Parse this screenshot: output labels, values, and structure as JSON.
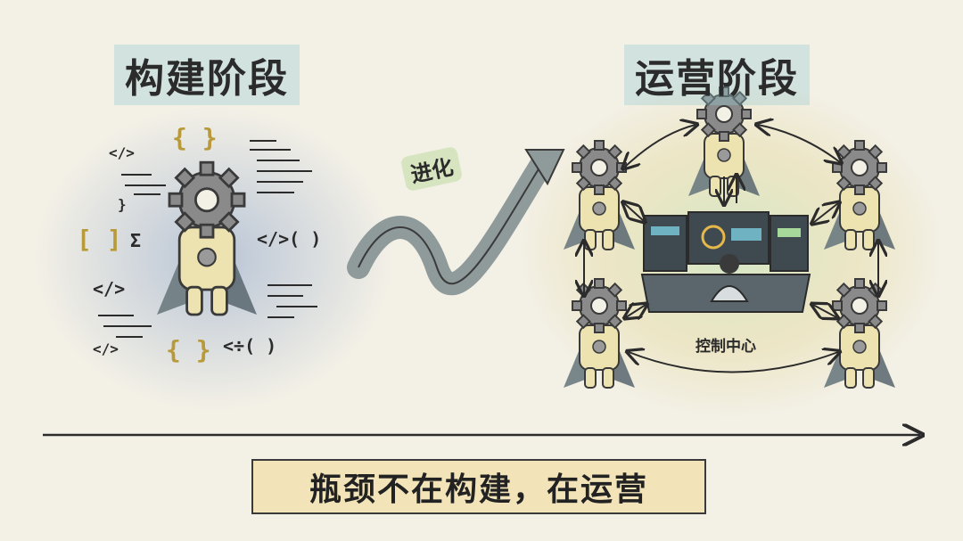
{
  "stages": {
    "build": {
      "title": "构建阶段"
    },
    "operate": {
      "title": "运营阶段"
    }
  },
  "transition": {
    "label": "进化"
  },
  "operate_center": {
    "label": "控制中心"
  },
  "code_glyphs": [
    "{ }",
    "</>",
    "[ ]",
    "Σ",
    "</>( )",
    "</>",
    "</>",
    "{ }",
    "<÷( )",
    "}"
  ],
  "conclusion": {
    "text": "瓶颈不在构建，在运营"
  },
  "colors": {
    "background": "#f3f0e6",
    "build_wash": "#b9c7d8",
    "operate_wash": "#cfe3c5",
    "robot_body": "#ece3b0",
    "gear": "#8a8a8a",
    "cape": "#6c7a80",
    "banner": "#f2e4b8",
    "accent_yellow": "#b89a3a"
  },
  "icons": [
    "gear-robot-icon",
    "gear-robot-icon",
    "control-console-icon",
    "operator-icon",
    "evolution-arrow-icon",
    "timeline-arrow-icon"
  ]
}
